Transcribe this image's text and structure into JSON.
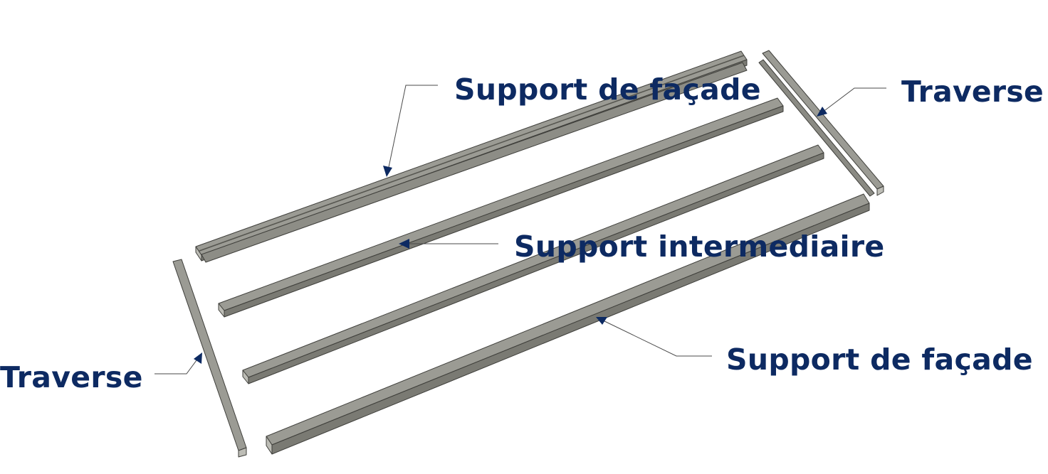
{
  "colors": {
    "label": "#0d2a62",
    "arrow": "#0d2a62",
    "beam_top": "#9b9b94",
    "beam_side": "#7a7a73",
    "beam_end": "#bdbdb6",
    "edge": "#3f3f3b"
  },
  "labels": {
    "top_facade_support": "Support de façade",
    "right_crossbar": "Traverse",
    "intermediate_support": "Support intermediaire",
    "bottom_facade_support": "Support de façade",
    "left_crossbar": "Traverse"
  }
}
